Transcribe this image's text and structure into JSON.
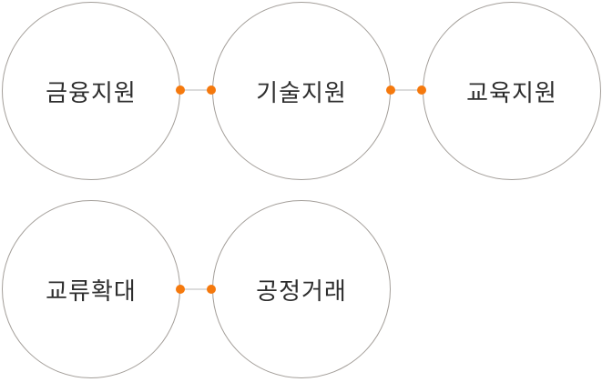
{
  "diagram": {
    "title": "support-areas-diagram",
    "nodes": [
      {
        "label": "금융지원"
      },
      {
        "label": "기술지원"
      },
      {
        "label": "교육지원"
      },
      {
        "label": "교류확대"
      },
      {
        "label": "공정거래"
      }
    ],
    "connectors": [
      {
        "from": "금융지원",
        "to": "기술지원"
      },
      {
        "from": "기술지원",
        "to": "교육지원"
      },
      {
        "from": "교류확대",
        "to": "공정거래"
      }
    ]
  },
  "colors": {
    "background": "#ffffff",
    "circle_border": "#a39e99",
    "node_text": "#2d2d2d",
    "connector_dot": "#f5790d",
    "connector_line": "#dcdcdc"
  }
}
